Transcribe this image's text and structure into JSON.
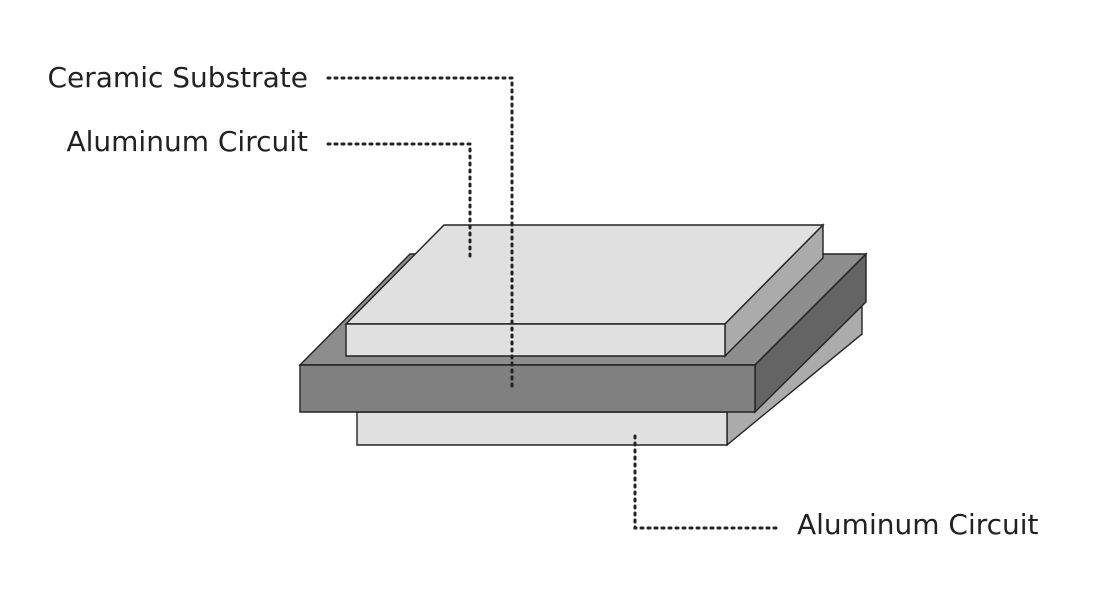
{
  "labels": {
    "ceramic_substrate": "Ceramic Substrate",
    "aluminum_circuit_top": "Aluminum Circuit",
    "aluminum_circuit_bottom": "Aluminum Circuit"
  },
  "colors": {
    "aluminum_face_light": "#e0e0e0",
    "aluminum_side": "#ababab",
    "ceramic_top": "#8d8d8d",
    "ceramic_front": "#808080",
    "ceramic_side": "#646464",
    "outline": "#222222",
    "text": "#222222",
    "background": "#ffffff"
  }
}
